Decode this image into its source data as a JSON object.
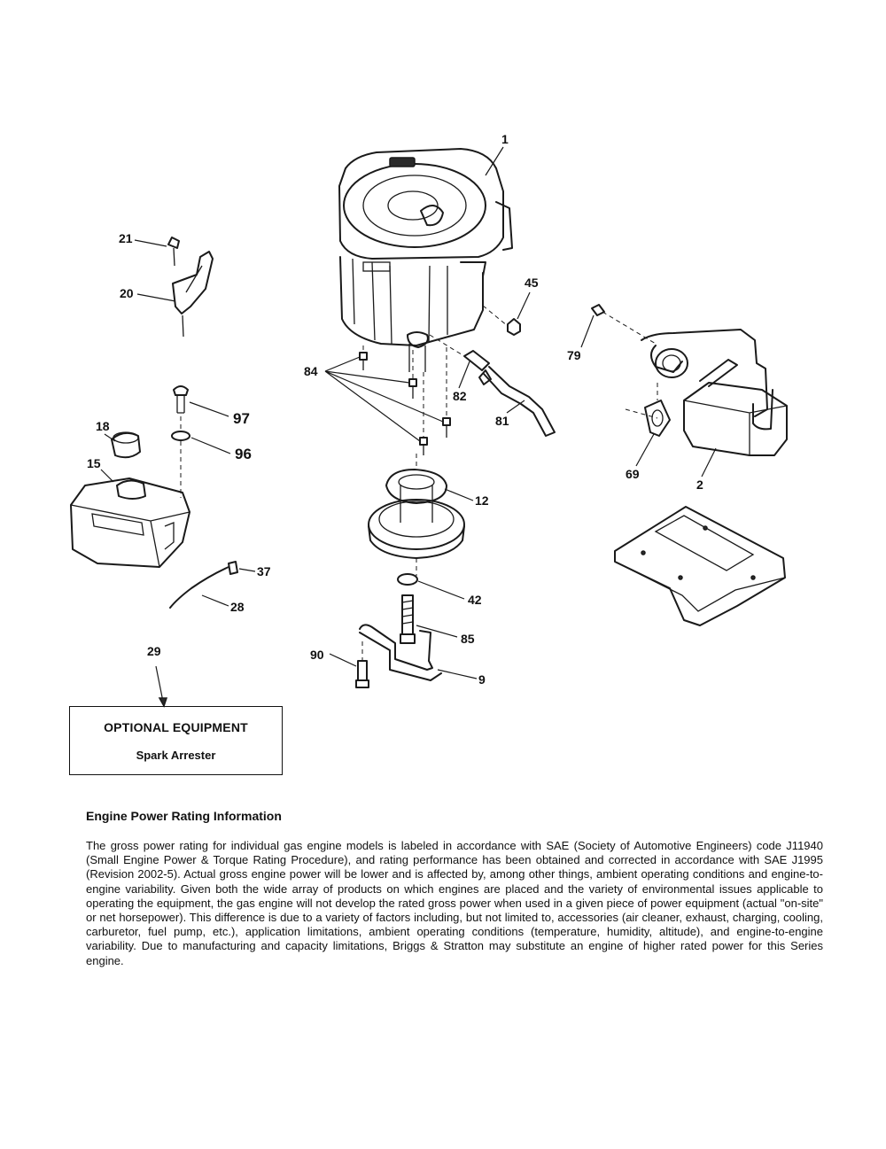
{
  "callouts": [
    {
      "id": "p1",
      "text": "1"
    },
    {
      "id": "p21",
      "text": "21"
    },
    {
      "id": "p20",
      "text": "20"
    },
    {
      "id": "p45",
      "text": "45"
    },
    {
      "id": "p79",
      "text": "79"
    },
    {
      "id": "p84",
      "text": "84"
    },
    {
      "id": "p82",
      "text": "82"
    },
    {
      "id": "p81",
      "text": "81"
    },
    {
      "id": "p97",
      "text": "97"
    },
    {
      "id": "p96",
      "text": "96"
    },
    {
      "id": "p18",
      "text": "18"
    },
    {
      "id": "p15",
      "text": "15"
    },
    {
      "id": "p69",
      "text": "69"
    },
    {
      "id": "p2",
      "text": "2"
    },
    {
      "id": "p12",
      "text": "12"
    },
    {
      "id": "p37",
      "text": "37"
    },
    {
      "id": "p28",
      "text": "28"
    },
    {
      "id": "p42",
      "text": "42"
    },
    {
      "id": "p85",
      "text": "85"
    },
    {
      "id": "p29",
      "text": "29"
    },
    {
      "id": "p90",
      "text": "90"
    },
    {
      "id": "p9",
      "text": "9"
    }
  ],
  "optional_equipment": {
    "title": "OPTIONAL EQUIPMENT",
    "item": "Spark Arrester"
  },
  "info": {
    "title": "Engine Power Rating Information",
    "body": "The gross power rating for individual gas engine models is labeled in accordance with SAE (Society of Automotive Engineers) code J11940 (Small Engine Power & Torque Rating Procedure), and rating performance has been obtained and corrected in accordance with SAE J1995 (Revision 2002-5). Actual gross engine power will be lower and is affected by, among other things, ambient operating conditions and engine-to-engine variability. Given both the wide array of products on which engines are placed and the variety of environmental issues applicable to operating the equipment, the gas engine will not develop the rated gross power when used in a given piece of power equipment (actual \"on-site\" or net horsepower). This difference is due to a variety of factors including, but not limited to, accessories (air cleaner, exhaust, charging, cooling, carburetor, fuel pump, etc.), application limitations, ambient operating conditions (temperature, humidity, altitude), and engine-to-engine variability. Due to manufacturing and capacity limitations, Briggs & Stratton may substitute an engine of higher rated power for this Series engine."
  }
}
